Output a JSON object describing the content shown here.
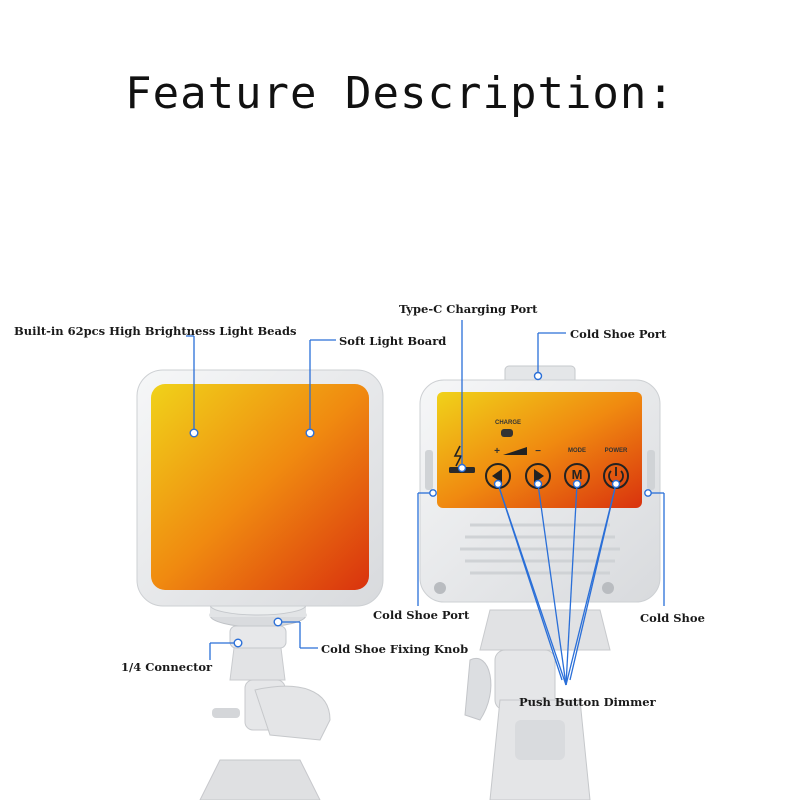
{
  "title": "Feature Description:",
  "callouts": {
    "light_beads": "Built-in 62pcs High Brightness Light Beads",
    "soft_light_board": "Soft Light Board",
    "type_c_port": "Type-C Charging Port",
    "cold_shoe_port_top": "Cold Shoe Port",
    "cold_shoe_port_side": "Cold Shoe Port",
    "cold_shoe": "Cold Shoe",
    "fixing_knob": "Cold Shoe Fixing Knob",
    "connector": "1/4 Connector",
    "push_button_dimmer": "Push Button Dimmer"
  },
  "control_panel": {
    "charge_label": "CHARGE",
    "plus": "+",
    "minus": "−",
    "mode_label": "MODE",
    "power_label": "POWER",
    "mode_button": "M"
  },
  "colors": {
    "panel_gradient_start": "#f0d21a",
    "panel_gradient_mid": "#f08a10",
    "panel_gradient_end": "#d9320e",
    "callout_line": "#2a6fd8",
    "device_body": "#e9eaec"
  }
}
